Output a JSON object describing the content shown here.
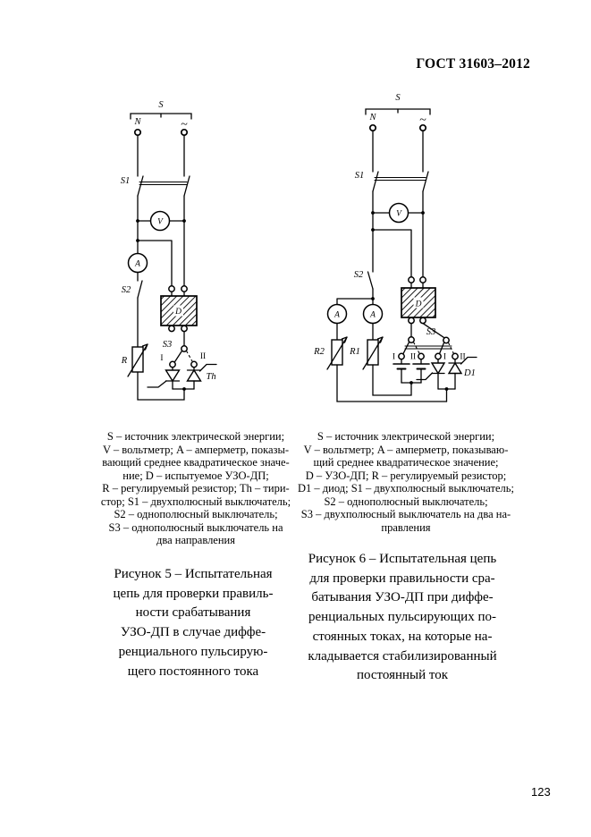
{
  "page": {
    "header_title": "ГОСТ 31603–2012",
    "page_number": "123",
    "ink_color": "#000000",
    "paper_color": "#ffffff"
  },
  "figure5": {
    "labels": {
      "source": "S",
      "neutral": "N",
      "phase": "~",
      "switch_s1": "S1",
      "voltmeter": "V",
      "ammeter": "A",
      "switch_s2": "S2",
      "device": "D",
      "switch_s3": "S3",
      "position_i": "I",
      "position_ii": "II",
      "resistor": "R",
      "thyristor": "Th"
    },
    "legend_lines": [
      "S – источник электрической энергии;",
      "V – вольтметр; A – амперметр, показы-",
      "вающий среднее квадратическое значе-",
      "ние; D – испытуемое УЗО-ДП;",
      "R – регулируемый резистор; Th – тири-",
      "стор; S1 – двухполюсный выключатель;",
      "S2 – однополюсный выключатель;",
      "S3 – однополюсный выключатель на",
      "два направления"
    ],
    "caption_lines": [
      "Рисунок 5 – Испытательная",
      "цепь для проверки правиль-",
      "ности срабатывания",
      "УЗО-ДП в случае диффе-",
      "ренциального пульсирую-",
      "щего постоянного тока"
    ]
  },
  "figure6": {
    "labels": {
      "source": "S",
      "neutral": "N",
      "phase": "~",
      "switch_s1": "S1",
      "voltmeter": "V",
      "switch_s2": "S2",
      "ammeter_left": "A",
      "ammeter_right": "A",
      "resistor_r2": "R2",
      "resistor_r1": "R1",
      "device": "D",
      "switch_s3": "S3",
      "pos_i_left": "I",
      "pos_ii_left": "II",
      "pos_i_right": "I",
      "pos_ii_right": "II",
      "diode": "D1"
    },
    "legend_lines": [
      "S – источник электрической энергии;",
      "V – вольтметр; A – амперметр, показываю-",
      "щий среднее квадратическое значение;",
      "D – УЗО-ДП; R – регулируемый резистор;",
      "D1 – диод; S1 – двухполюсный выключатель;",
      "S2 – однополюсный выключатель;",
      "S3 – двухполюсный выключатель на два на-",
      "правления"
    ],
    "caption_lines": [
      "Рисунок 6 – Испытательная цепь",
      "для проверки правильности сра-",
      "батывания УЗО-ДП при диффе-",
      "ренциальных пульсирующих по-",
      "стоянных токах, на которые на-",
      "кладывается стабилизированный",
      "постоянный ток"
    ]
  }
}
